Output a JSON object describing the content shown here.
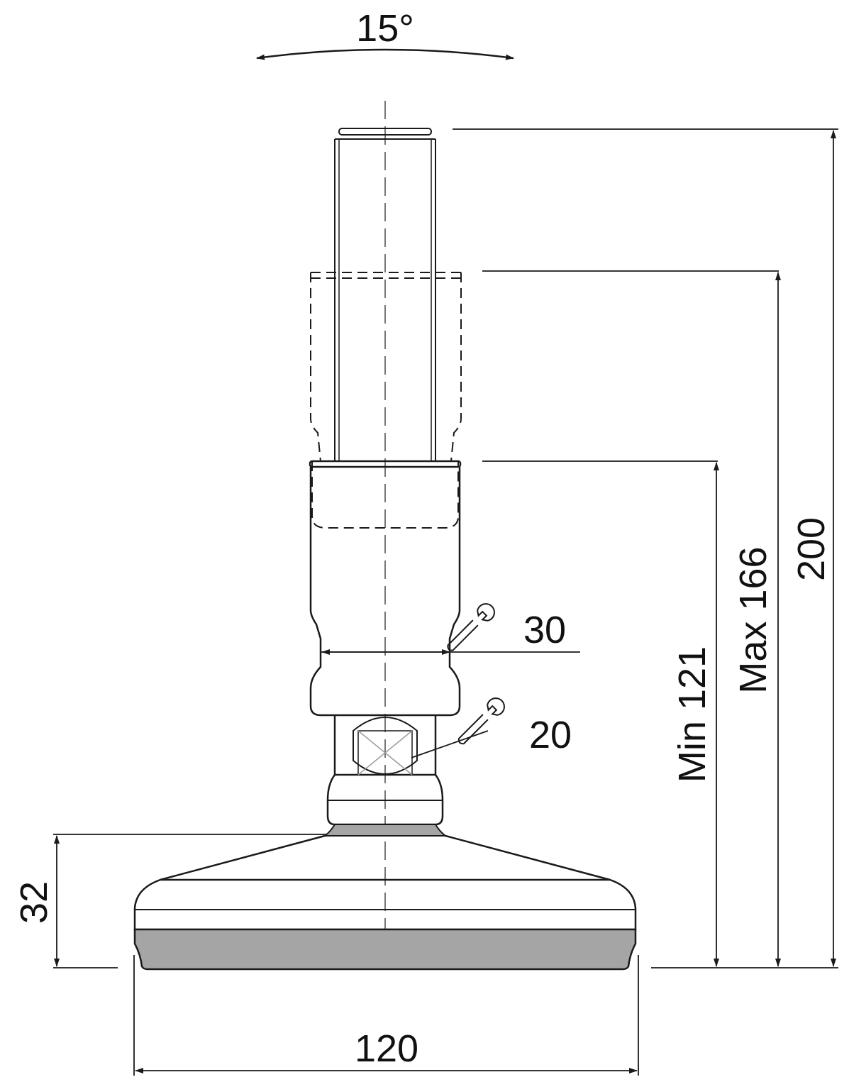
{
  "drawing": {
    "angle_label": "15°",
    "dimensions": {
      "total_height": "200",
      "max_height": "Max 166",
      "min_height": "Min 121",
      "base_height": "32",
      "base_width": "120"
    },
    "wrench_sizes": {
      "upper": "30",
      "lower": "20"
    },
    "icons": {
      "upper_wrench": "wrench-icon",
      "lower_wrench": "wrench-icon"
    },
    "colors": {
      "line": "#1a1a1a",
      "pad_fill": "#a5a5a5",
      "centerline": "#777777"
    }
  }
}
